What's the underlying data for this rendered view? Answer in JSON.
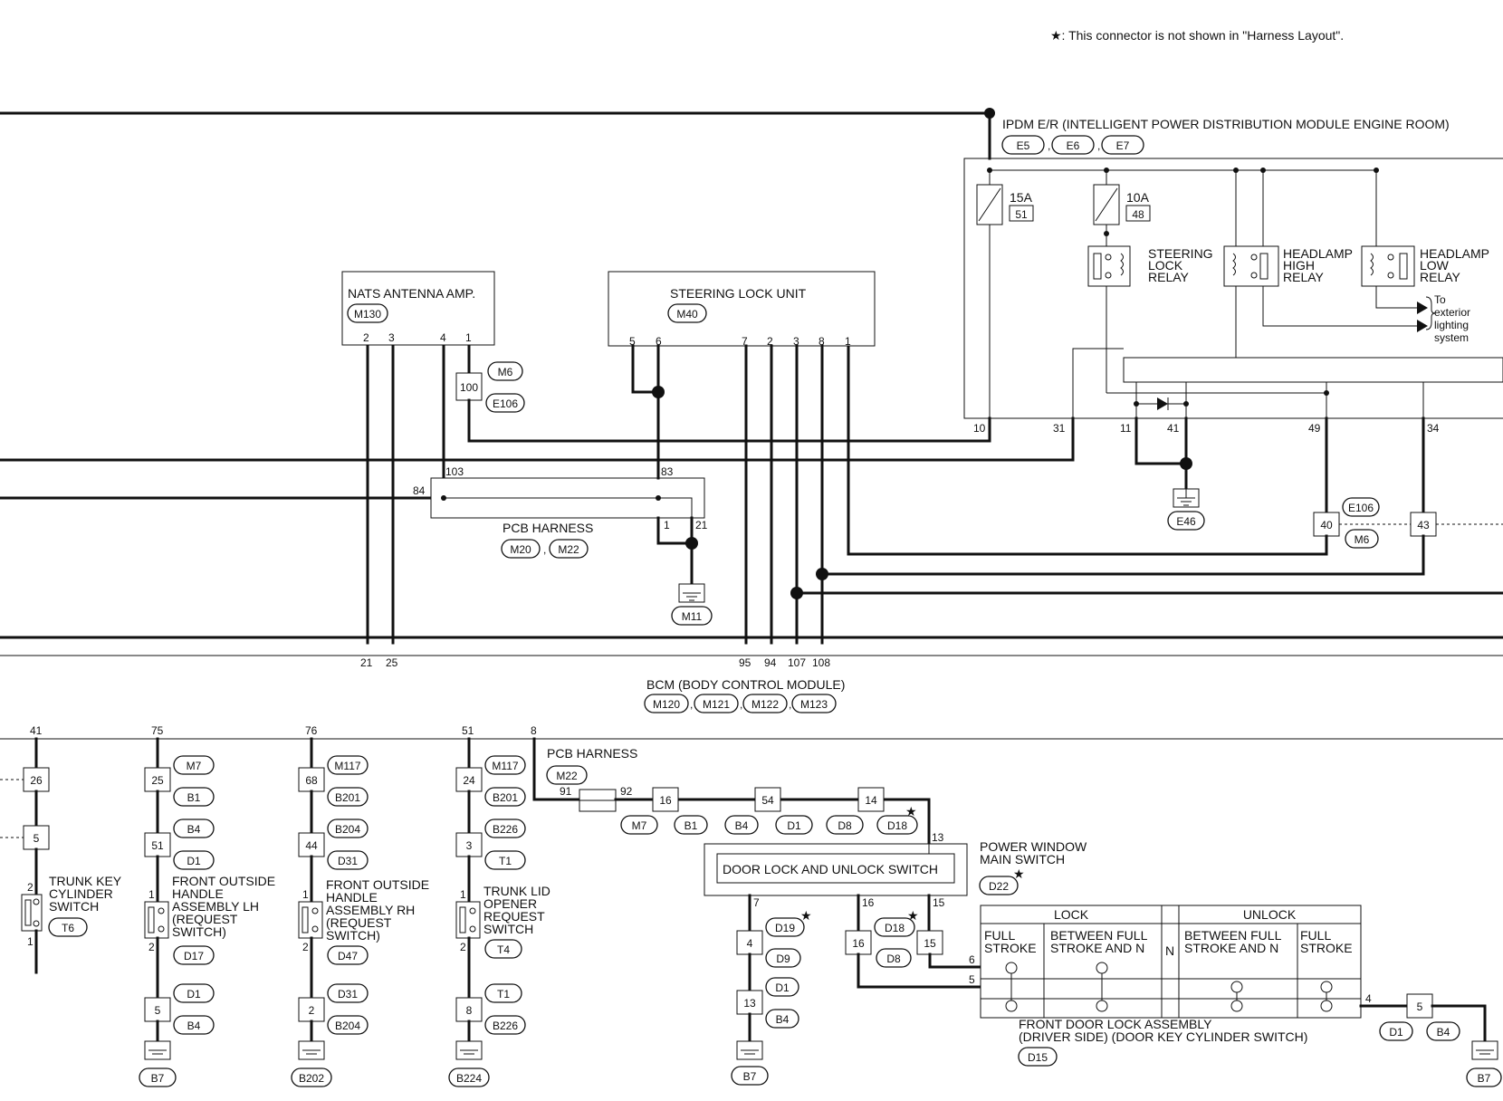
{
  "note": "★: This connector is not shown in \"Harness Layout\".",
  "ipdm": {
    "title": "IPDM E/R (INTELLIGENT POWER DISTRIBUTION MODULE ENGINE ROOM)",
    "connectors": [
      "E5",
      "E6",
      "E7"
    ],
    "fuse1": {
      "rating": "15A",
      "number": "51"
    },
    "fuse2": {
      "rating": "10A",
      "number": "48"
    },
    "relay1": [
      "STEERING",
      "LOCK",
      "RELAY"
    ],
    "relay2": [
      "HEADLAMP",
      "HIGH",
      "RELAY"
    ],
    "relay3": [
      "HEADLAMP",
      "LOW",
      "RELAY"
    ],
    "to_lighting": [
      "To",
      "exterior",
      "lighting",
      "system"
    ],
    "pins": [
      "10",
      "31",
      "11",
      "41",
      "49",
      "34"
    ]
  },
  "nats": {
    "title": "NATS ANTENNA AMP.",
    "connector": "M130",
    "pins": [
      "2",
      "3",
      "4",
      "1"
    ]
  },
  "steering_lock": {
    "title": "STEERING LOCK UNIT",
    "connector": "M40",
    "pins": [
      "5",
      "6",
      "7",
      "2",
      "3",
      "8",
      "1"
    ]
  },
  "junction_m6": {
    "top": "M6",
    "pin": "100",
    "bottom": "E106"
  },
  "pcb_upper": {
    "title": "PCB HARNESS",
    "connectors": [
      "M20",
      "M22"
    ],
    "pins": [
      "103",
      "84",
      "83",
      "1",
      "21"
    ]
  },
  "ground_m11": "M11",
  "ground_e46": "E46",
  "junction_e106": {
    "top": "E106",
    "pin_left": "40",
    "pin_right": "43",
    "bottom": "M6"
  },
  "bcm": {
    "title": "BCM (BODY CONTROL MODULE)",
    "connectors": [
      "M120",
      "M121",
      "M122",
      "M123"
    ],
    "top_pins": [
      "21",
      "25",
      "95",
      "94",
      "107",
      "108"
    ],
    "bottom_pins": [
      "41",
      "75",
      "76",
      "51",
      "8"
    ]
  },
  "trunk_key": {
    "pins": [
      "26",
      "5",
      "2",
      "1"
    ],
    "title": [
      "TRUNK KEY",
      "CYLINDER",
      "SWITCH"
    ],
    "connector": "T6"
  },
  "handle_lh": {
    "pins": [
      "25",
      "51",
      "1",
      "2",
      "5"
    ],
    "connectors": [
      "M7",
      "B1",
      "B4",
      "D1",
      "D17",
      "D1",
      "B4"
    ],
    "title": [
      "FRONT OUTSIDE",
      "HANDLE",
      "ASSEMBLY LH",
      "(REQUEST",
      "SWITCH)"
    ],
    "ground": "B7"
  },
  "handle_rh": {
    "pins": [
      "68",
      "44",
      "1",
      "2",
      "2"
    ],
    "connectors": [
      "M117",
      "B201",
      "B204",
      "D31",
      "D47",
      "D31",
      "B204"
    ],
    "title": [
      "FRONT OUTSIDE",
      "HANDLE",
      "ASSEMBLY RH",
      "(REQUEST",
      "SWITCH)"
    ],
    "ground": "B202"
  },
  "trunk_lid": {
    "pins": [
      "24",
      "3",
      "1",
      "2",
      "8"
    ],
    "connectors": [
      "M117",
      "B201",
      "B226",
      "T1",
      "T4",
      "T1",
      "B226"
    ],
    "title": [
      "TRUNK LID",
      "OPENER",
      "REQUEST",
      "SWITCH"
    ],
    "ground": "B224"
  },
  "pcb_lower": {
    "title": "PCB HARNESS",
    "connector": "M22",
    "pins": [
      "91",
      "92"
    ],
    "chain": [
      "16",
      "54",
      "14"
    ],
    "connectors": [
      "M7",
      "B1",
      "B4",
      "D1",
      "D8",
      "D18"
    ]
  },
  "pws": {
    "title": [
      "POWER WINDOW",
      "MAIN SWITCH"
    ],
    "connector": "D22",
    "switch_label": "DOOR LOCK AND UNLOCK SWITCH",
    "pins": [
      "13",
      "7",
      "16",
      "15"
    ]
  },
  "d19_chain": {
    "pins": [
      "4",
      "13"
    ],
    "connectors": [
      "D19",
      "D9",
      "D1",
      "B4"
    ],
    "ground": "B7"
  },
  "d18_pair": {
    "pins": [
      "16",
      "15"
    ],
    "connectors": [
      "D18",
      "D8"
    ]
  },
  "door_lock": {
    "headers": [
      "LOCK",
      "N",
      "UNLOCK"
    ],
    "sub_lock": [
      [
        "FULL",
        "STROKE"
      ],
      [
        "BETWEEN FULL",
        "STROKE AND N"
      ]
    ],
    "sub_unlock": [
      [
        "BETWEEN FULL",
        "STROKE AND N"
      ],
      [
        "FULL",
        "STROKE"
      ]
    ],
    "pins": [
      "6",
      "5",
      "4"
    ],
    "title": [
      "FRONT DOOR LOCK ASSEMBLY",
      "(DRIVER SIDE) (DOOR KEY CYLINDER SWITCH)"
    ],
    "connector": "D15"
  },
  "junction_d1": {
    "pin": "5",
    "connectors": [
      "D1",
      "B4"
    ],
    "ground": "B7"
  }
}
